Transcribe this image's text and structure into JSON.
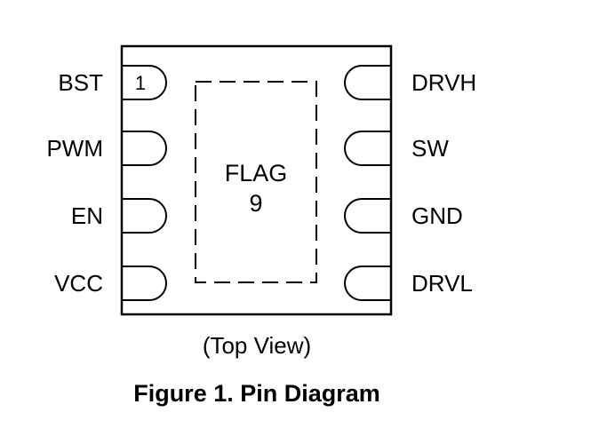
{
  "package": {
    "left_pins": [
      {
        "label": "BST"
      },
      {
        "label": "PWM"
      },
      {
        "label": "EN"
      },
      {
        "label": "VCC"
      }
    ],
    "right_pins": [
      {
        "label": "DRVH"
      },
      {
        "label": "SW"
      },
      {
        "label": "GND"
      },
      {
        "label": "DRVL"
      }
    ],
    "pin1_marker": "1",
    "pad": {
      "line1": "FLAG",
      "line2": "9"
    }
  },
  "view_label": "(Top View)",
  "caption": "Figure 1. Pin Diagram",
  "colors": {
    "ink": "#000000",
    "background": "#ffffff"
  }
}
